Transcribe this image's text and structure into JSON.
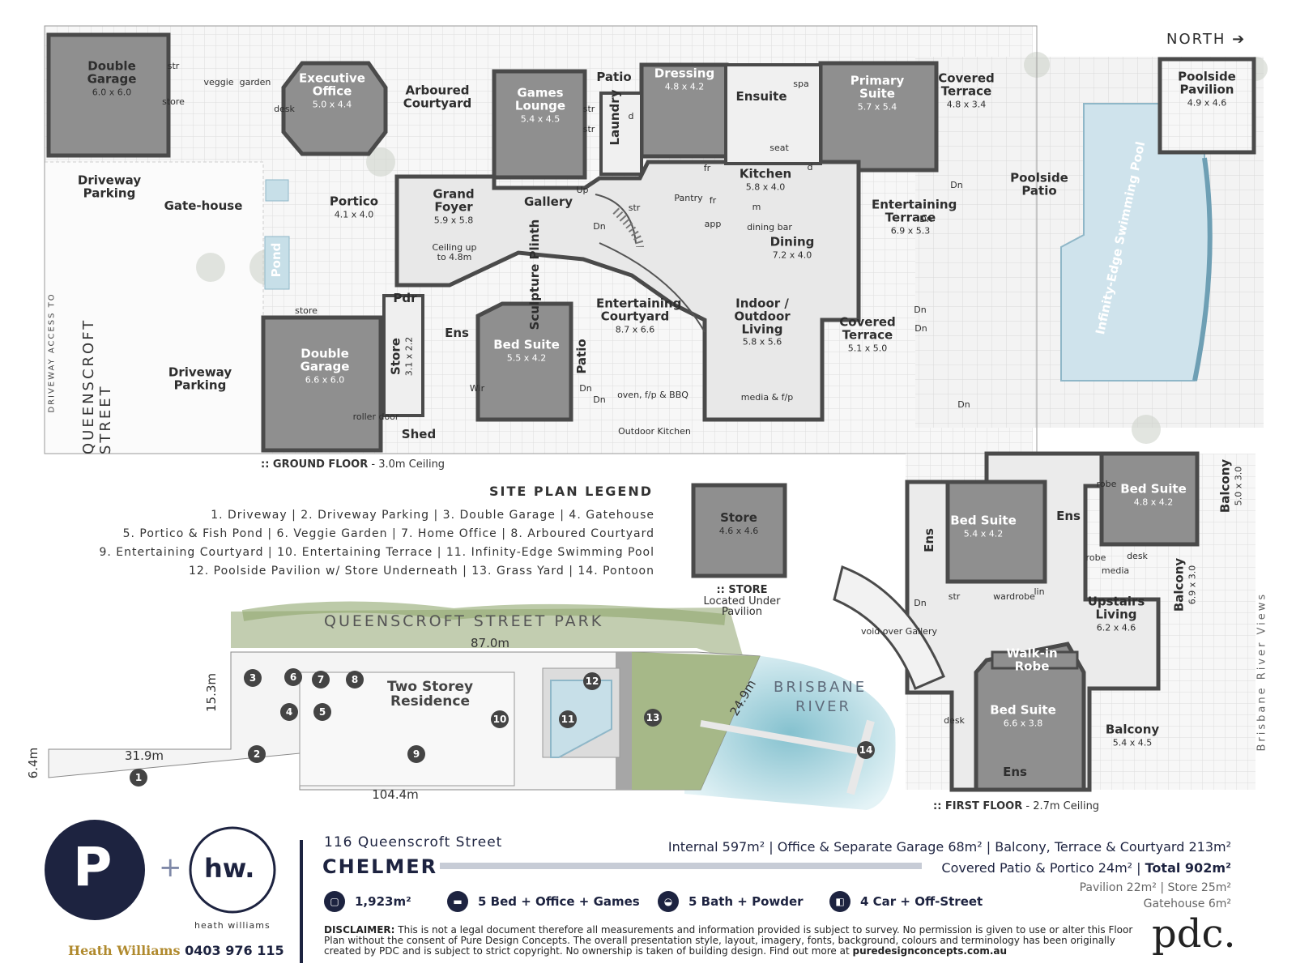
{
  "header": {
    "north": "NORTH ➔"
  },
  "ground": {
    "rooms": [
      {
        "t": "Double Garage",
        "d": "6.0 x 6.0"
      },
      {
        "t": "Executive Office",
        "d": "5.0 x 4.4"
      },
      {
        "t": "Arboured Courtyard",
        "d": ""
      },
      {
        "t": "Games Lounge",
        "d": "5.4 x 4.5"
      },
      {
        "t": "Patio",
        "d": ""
      },
      {
        "t": "Laundry",
        "d": ""
      },
      {
        "t": "Dressing",
        "d": "4.8 x 4.2"
      },
      {
        "t": "Ensuite",
        "d": ""
      },
      {
        "t": "Primary Suite",
        "d": "5.7 x 5.4"
      },
      {
        "t": "Covered Terrace",
        "d": "4.8 x 3.4"
      },
      {
        "t": "Poolside Pavilion",
        "d": "4.9 x 4.6"
      },
      {
        "t": "Driveway Parking",
        "d": ""
      },
      {
        "t": "Gate-house",
        "d": ""
      },
      {
        "t": "Portico",
        "d": "4.1 x 4.0"
      },
      {
        "t": "Grand Foyer",
        "d": "5.9 x 5.8"
      },
      {
        "t": "Gallery",
        "d": ""
      },
      {
        "t": "Kitchen",
        "d": "5.8 x 4.0"
      },
      {
        "t": "Dining",
        "d": "7.2 x 4.0"
      },
      {
        "t": "Entertaining Terrace",
        "d": "6.9 x 5.3"
      },
      {
        "t": "Poolside Patio",
        "d": ""
      },
      {
        "t": "Infinity-Edge Swimming Pool",
        "d": ""
      },
      {
        "t": "Pond",
        "d": ""
      },
      {
        "t": "Pdr",
        "d": ""
      },
      {
        "t": "Ens",
        "d": ""
      },
      {
        "t": "Bed Suite",
        "d": "5.5 x 4.2"
      },
      {
        "t": "Store",
        "d": "3.1 x 2.2"
      },
      {
        "t": "Entertaining Courtyard",
        "d": "8.7 x 6.6"
      },
      {
        "t": "Indoor / Outdoor Living",
        "d": "5.8 x 5.6"
      },
      {
        "t": "Covered Terrace",
        "d": "5.1 x 5.0"
      },
      {
        "t": "Double Garage",
        "d": "6.6 x 6.0"
      },
      {
        "t": "Driveway Parking",
        "d": ""
      },
      {
        "t": "Shed",
        "d": ""
      },
      {
        "t": "Patio",
        "d": ""
      },
      {
        "t": "Sculpture Plinth",
        "d": ""
      }
    ],
    "foyer_note": "Ceiling up to 4.8m",
    "small": [
      "str",
      "store",
      "veggie",
      "garden",
      "desk",
      "str",
      "str",
      "d",
      "spa",
      "seat",
      "d",
      "fr",
      "fr",
      "app",
      "Pantry",
      "m",
      "dining bar",
      "Up",
      "Dn",
      "str",
      "Dn",
      "Dn",
      "Dn",
      "Dn",
      "Dn",
      "Dn",
      "store",
      "Wir",
      "roller door",
      "Dn",
      "oven, f/p & BBQ",
      "media & f/p",
      "Outdoor Kitchen"
    ],
    "street_access": "DRIVEWAY ACCESS TO",
    "street": "QUEENSCROFT STREET",
    "caption_prefix": ":: GROUND FLOOR",
    "caption_suffix": " - 3.0m Ceiling"
  },
  "legend": {
    "title": "SITE PLAN LEGEND",
    "lines": [
      "1. Driveway  |  2. Driveway Parking  |  3. Double Garage  |  4. Gatehouse",
      "5. Portico & Fish Pond  |  6. Veggie Garden  |  7. Home Office  |  8. Arboured Courtyard",
      "9. Entertaining Courtyard  |  10. Entertaining Terrace  |  11. Infinity-Edge Swimming Pool",
      "12. Poolside Pavilion w/ Store Underneath  |  13. Grass Yard  |  14. Pontoon"
    ]
  },
  "store": {
    "t": "Store",
    "d": "4.6 x 4.6",
    "caption": ":: STORE",
    "note1": "Located Under",
    "note2": "Pavilion"
  },
  "site": {
    "park": "QUEENSCROFT STREET PARK",
    "river1": "BRISBANE",
    "river2": "RIVER",
    "residence1": "Two Storey",
    "residence2": "Residence",
    "dims": [
      "87.0m",
      "15.3m",
      "31.9m",
      "6.4m",
      "104.4m",
      "24.9m"
    ],
    "markers": [
      "1",
      "2",
      "3",
      "4",
      "5",
      "6",
      "7",
      "8",
      "9",
      "10",
      "11",
      "12",
      "13",
      "14"
    ]
  },
  "first": {
    "rooms": [
      {
        "t": "Ens",
        "d": ""
      },
      {
        "t": "Bed Suite",
        "d": "5.4 x 4.2"
      },
      {
        "t": "Ens",
        "d": ""
      },
      {
        "t": "Bed Suite",
        "d": "4.8 x 4.2"
      },
      {
        "t": "Balcony",
        "d": "5.0 x 3.0"
      },
      {
        "t": "Upstairs Living",
        "d": "6.2 x 4.6"
      },
      {
        "t": "Balcony",
        "d": "6.9 x 3.0"
      },
      {
        "t": "Walk-in Robe",
        "d": ""
      },
      {
        "t": "Bed Suite",
        "d": "6.6 x 3.8"
      },
      {
        "t": "Balcony",
        "d": "5.4 x 4.5"
      },
      {
        "t": "Ens",
        "d": ""
      }
    ],
    "small": [
      "robe",
      "robe",
      "desk",
      "media",
      "wardrobe",
      "str",
      "lin",
      "Dn",
      "desk",
      "void over Gallery"
    ],
    "views": "Brisbane River Views",
    "caption_prefix": ":: FIRST FLOOR",
    "caption_suffix": " - 2.7m Ceiling"
  },
  "footer": {
    "logo_p": "P",
    "plus": "+",
    "logo_hw": "hw.",
    "hw_caption": "heath williams",
    "agent_name": "Heath Williams",
    "agent_phone": "0403 976 115",
    "address": "116 Queenscroft Street",
    "suburb": "CHELMER",
    "areas_line1": "Internal 597m²  |  Office & Separate Garage 68m²  |  Balcony, Terrace & Courtyard 213m²",
    "areas_line2": "Covered Patio & Portico 24m²  |",
    "total": "Total 902m²",
    "areas_line3": "Pavilion 22m²  |  Store 25m²",
    "areas_line4": "Gatehouse 6m²",
    "stats": [
      {
        "icon": "land-area-icon",
        "label": "1,923m²"
      },
      {
        "icon": "bed-icon",
        "label": "5 Bed + Office + Games"
      },
      {
        "icon": "bath-icon",
        "label": "5 Bath + Powder"
      },
      {
        "icon": "car-icon",
        "label": "4 Car + Off-Street"
      }
    ],
    "disclaimer_label": "DISCLAIMER:",
    "disclaimer": "This is not a legal document therefore all measurements and information provided is subject to survey. No permission is given to use or alter this Floor Plan without the consent of Pure Design Concepts. The overall presentation style, layout, imagery, fonts, background, colours and terminology has been originally created by PDC and is subject to strict copyright. No ownership is taken of building design. Find out more at",
    "website": "puredesignconcepts.com.au",
    "pdc": "pdc."
  },
  "colors": {
    "navy": "#1d2340",
    "room": "#8d8d8d",
    "light": "#e9e9e9",
    "pool": "#c9dfe9",
    "gold": "#b08a2e",
    "green": "#8fa66e"
  }
}
